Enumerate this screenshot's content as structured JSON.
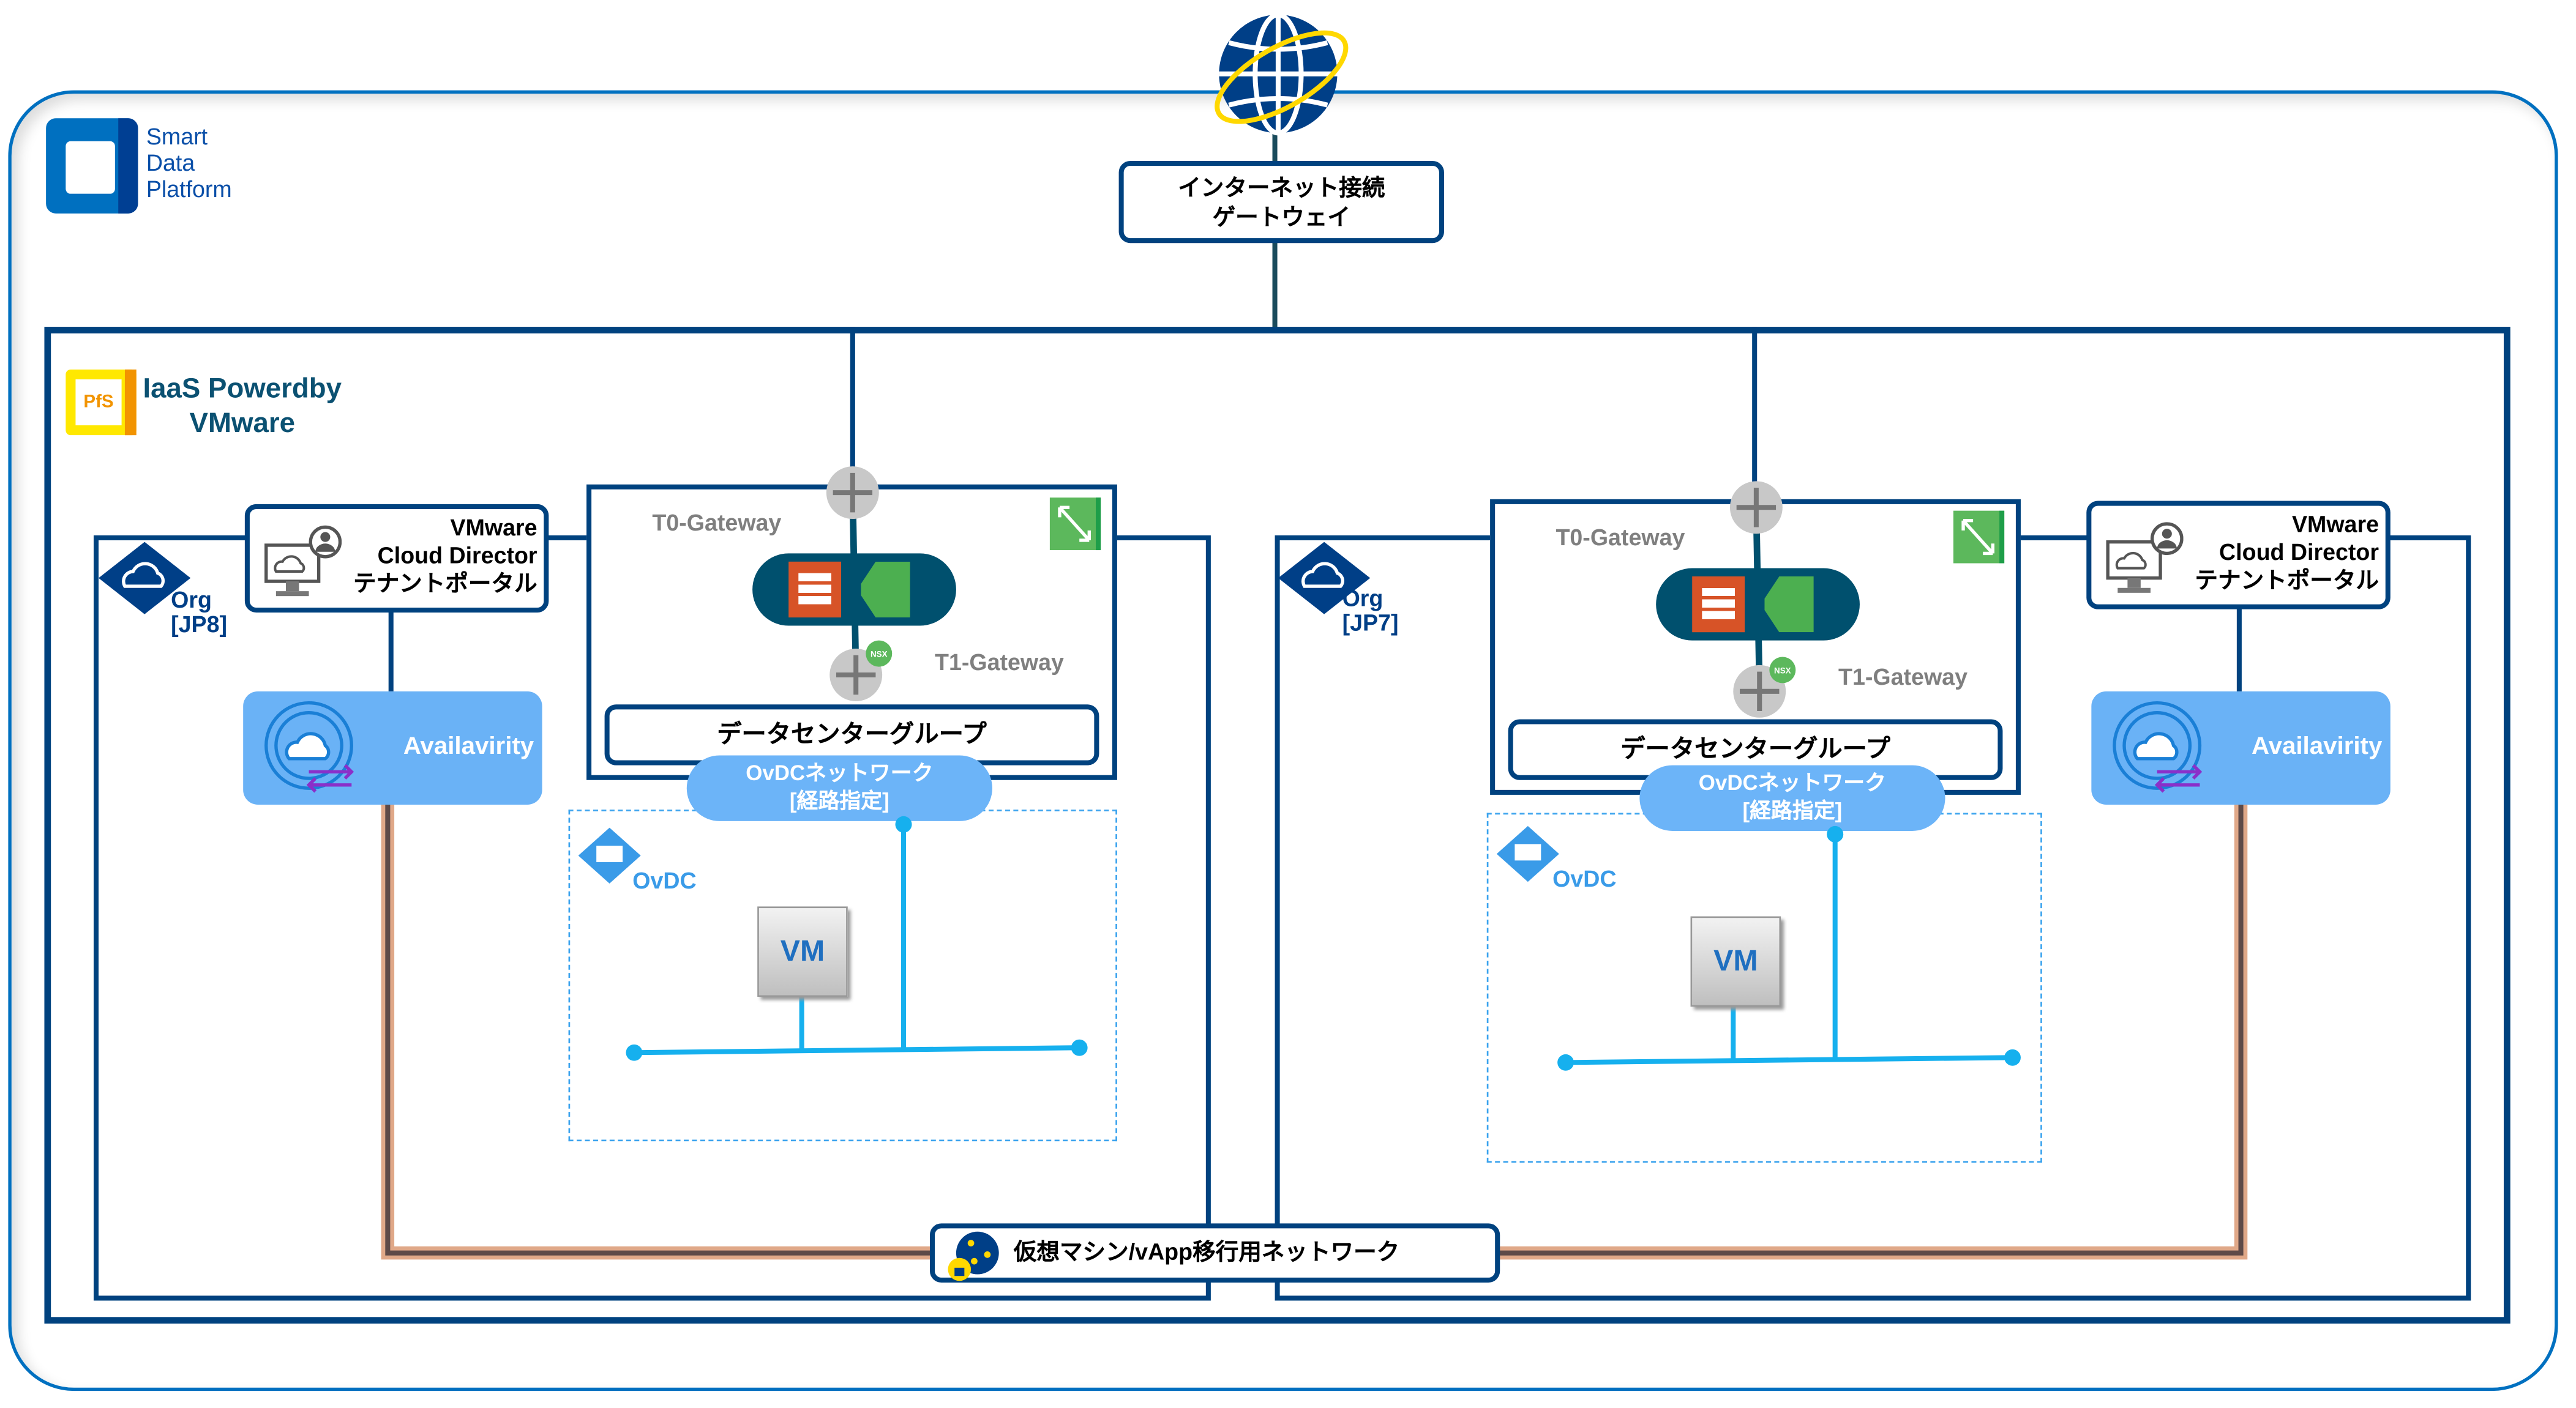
{
  "brand": {
    "name_lines": [
      "Smart",
      "Data",
      "Platform"
    ],
    "color": "#0070c0"
  },
  "iaas": {
    "logo_text": "PfS",
    "title_line1": "IaaS Powerdby",
    "title_line2": "VMware"
  },
  "internet_gateway": {
    "line1": "インターネット接続",
    "line2": "ゲートウェイ"
  },
  "orgs": [
    {
      "label": "Org",
      "region": "[JP8]",
      "portal": {
        "line1": "VMware",
        "line2": "Cloud Director",
        "line3": "テナントポータル"
      },
      "availability": "Availavirity",
      "t0": "T0-Gateway",
      "t1": "T1-Gateway",
      "nsx_badge": "NSX",
      "dc_group": "データセンターグループ",
      "ovdc_network": {
        "line1": "OvDCネットワーク",
        "line2": "[経路指定]"
      },
      "ovdc": "OvDC",
      "vm": "VM"
    },
    {
      "label": "Org",
      "region": "[JP7]",
      "portal": {
        "line1": "VMware",
        "line2": "Cloud Director",
        "line3": "テナントポータル"
      },
      "availability": "Availavirity",
      "t0": "T0-Gateway",
      "t1": "T1-Gateway",
      "nsx_badge": "NSX",
      "dc_group": "データセンターグループ",
      "ovdc_network": {
        "line1": "OvDCネットワーク",
        "line2": "[経路指定]"
      },
      "ovdc": "OvDC",
      "vm": "VM"
    }
  ],
  "migration_network": "仮想マシン/vApp移行用ネットワーク",
  "colors": {
    "border": "#00427f",
    "availability": "#6ab2f6",
    "network": "#16b0ee",
    "migration_line": "#e0a888",
    "gateway_pill": "#00506e"
  }
}
